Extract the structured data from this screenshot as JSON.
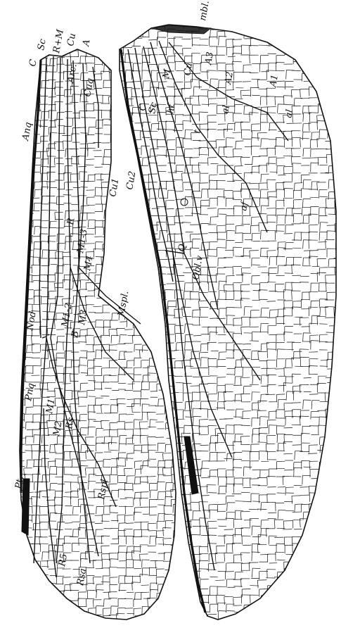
{
  "figure": {
    "ink": "#111111",
    "paper": "#ffffff",
    "forewing_labels": [
      {
        "id": "C",
        "text": "C"
      },
      {
        "id": "Sc",
        "text": "Sc"
      },
      {
        "id": "RM",
        "text": "R+M"
      },
      {
        "id": "Cu",
        "text": "Cu"
      },
      {
        "id": "A",
        "text": "A"
      },
      {
        "id": "Arc",
        "text": "Arc."
      },
      {
        "id": "Cuq",
        "text": "Cuq"
      },
      {
        "id": "Anq",
        "text": "Anq"
      },
      {
        "id": "Cu1",
        "text": "Cu1"
      },
      {
        "id": "Cu2",
        "text": "Cu2"
      },
      {
        "id": "R",
        "text": "R"
      },
      {
        "id": "M13",
        "text": "M1-3"
      },
      {
        "id": "M4",
        "text": "M4"
      },
      {
        "id": "Nod",
        "text": "Nod"
      },
      {
        "id": "M12",
        "text": "M1-2"
      },
      {
        "id": "M3",
        "text": "M3"
      },
      {
        "id": "B",
        "text": "B"
      },
      {
        "id": "Mspl",
        "text": "Mspl."
      },
      {
        "id": "Pnq",
        "text": "Pnq"
      },
      {
        "id": "M1",
        "text": "M1"
      },
      {
        "id": "M2",
        "text": "M2"
      },
      {
        "id": "Rs",
        "text": "Rs"
      },
      {
        "id": "Rspl",
        "text": "Rspl"
      },
      {
        "id": "Pt",
        "text": "Pt."
      },
      {
        "id": "R5",
        "text": "R5"
      },
      {
        "id": "Rsa",
        "text": "Rsa"
      }
    ],
    "hindwing_labels": [
      {
        "id": "Mbl",
        "text": "mbl."
      },
      {
        "id": "A3a",
        "text": "A3"
      },
      {
        "id": "A2",
        "text": "A2"
      },
      {
        "id": "A1",
        "text": "A1"
      },
      {
        "id": "Mh",
        "text": "M"
      },
      {
        "id": "Cuh",
        "text": "Cu"
      },
      {
        "id": "Ch",
        "text": "C"
      },
      {
        "id": "Sch",
        "text": "Sc"
      },
      {
        "id": "Ht",
        "text": "ht"
      },
      {
        "id": "Al1",
        "text": "al"
      },
      {
        "id": "Al2",
        "text": "al"
      },
      {
        "id": "t",
        "text": "t"
      },
      {
        "id": "Af",
        "text": "af"
      },
      {
        "id": "Q",
        "text": "Q"
      },
      {
        "id": "Obl",
        "text": "Obl.v"
      }
    ]
  }
}
